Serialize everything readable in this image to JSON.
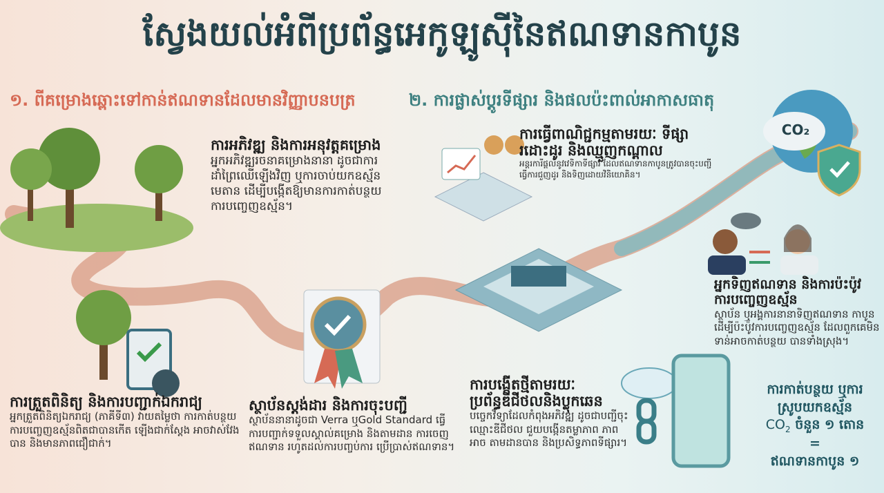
{
  "title": "ស្វែងយល់អំពីប្រព័ន្ធអេកូឡូស៊ីនៃឥណទានកាបូន",
  "sections": {
    "part1": "១. ពីគម្រោងឆ្ពោះទៅកាន់ឥណទានដែលមានវិញ្ញាបនបត្រ",
    "part2": "២. ការផ្លាស់ប្ដូរទីផ្សារ និងផលប៉ះពាល់អាកាសធាតុ"
  },
  "steps": {
    "development": {
      "heading": "ការអភិវឌ្ឍ និងការអនុវត្តគម្រោង",
      "body": "អ្នកអភិវឌ្ឍរចនាគម្រោងនានា ដូចជាការដាំព្រៃឈើឡើងវិញ ឬការចាប់យកឧស្ម័នមេតាន ដើម្បីបង្កើតឱ្យមានការកាត់បន្ថយ ការបញ្ចេញឧស្ម័ន។"
    },
    "verification": {
      "heading": "ការត្រួតពិនិត្យ និងការបញ្ជាក់ឯករាជ្យ",
      "body": "អ្នកត្រួតពិនិត្យឯករាជ្យ (ភាគីទី៣) វាយតម្លៃថា ការកាត់បន្ថយការបញ្ចេញឧស្ម័នពិតជាបានកើត ឡើងជាក់ស្ដែង អាចវាស់វែងបាន និងមានភាពជឿជាក់។"
    },
    "standards": {
      "heading": "ស្ថាប័នស្តង់ដារ និងការចុះបញ្ជី",
      "body": "ស្ថាប័ននានាដូចជា Verra ឬGold Standard ធ្វើការបញ្ជាក់ទទួលស្គាល់គម្រោង និងតាមដាន ការចេញឥណទាន រហូតដល់ការបញ្ចប់ការ ប្រើប្រាស់ឥណទាន។"
    },
    "trading": {
      "heading": "ការធ្វើពាណិជ្ជកម្មតាមរយៈ ទីផ្សារដោះដូរ និងឈ្មួញកណ្ដាល",
      "body": "អន្តរការីផ្ដល់នូវវេទិកាទីផ្សារ ដែលឥណទានកាបូនត្រូវបានចុះបញ្ជី ធ្វើការជួញដូរ និងទិញដោយវិនិយោគិន។"
    },
    "innovation": {
      "heading": "ការបង្កើតថ្មីតាមរយៈ ប្រព័ន្ធឌីជីថលនិងប្លុកឆេន",
      "body": "បច្ចេកវិទ្យាដែលកំពុងអភិវឌ្ឍ ដូចជាបញ្ជីចុះឈ្មោះឌីជីថល ជួយបង្កើនតម្លាភាព ភាពអាច តាមដានបាន និងប្រសិទ្ធភាពទីផ្សារ។"
    },
    "buyers": {
      "heading": "អ្នកទិញឥណទាន និងការប៉ះប៉ូវ ការបញ្ចេញឧស្ម័ន",
      "body": "ស្ថាប័ន ឬអង្គការនានាទិញឥណទាន កាបូន ដើម្បីប៉ះប៉ូវការបញ្ចេញឧស្ម័ន ដែលពួកគេមិនទាន់អាចកាត់បន្ថយ បានទាំងស្រុង។"
    }
  },
  "equation": {
    "line1": "ការកាត់បន្ថយ ឬការស្រូបយកឧស្ម័ន",
    "co2": "CO",
    "sub": "2",
    "amount": "ចំនួន ១ តោន",
    "equals": "=",
    "result": "ឥណទានកាបូន ១"
  },
  "globe_label": "CO₂",
  "colors": {
    "title": "#24424a",
    "part1": "#d66a55",
    "part2": "#3e8080",
    "path": "#d9a08a"
  }
}
